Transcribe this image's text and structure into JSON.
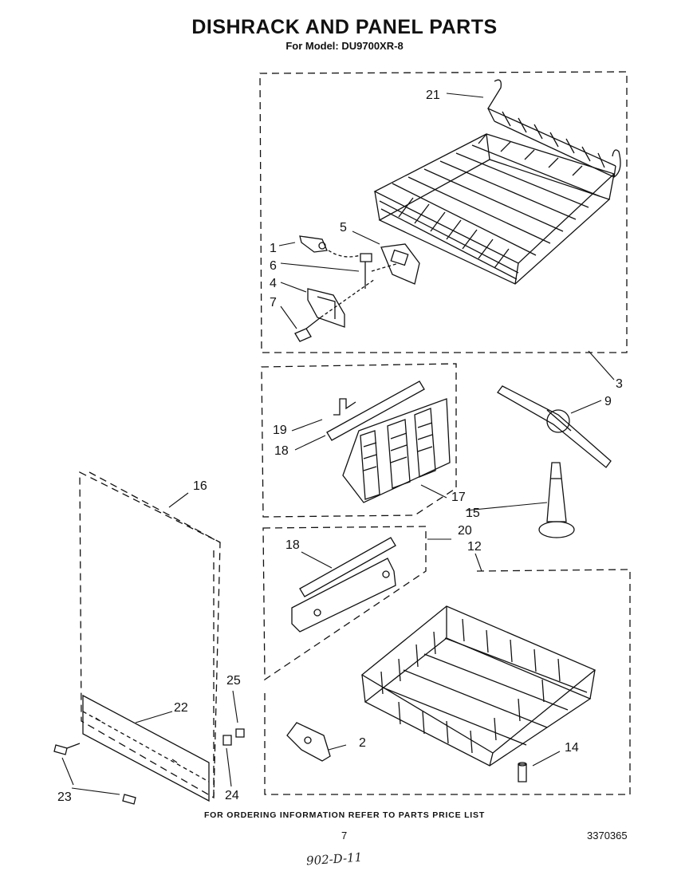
{
  "title": "DISHRACK AND PANEL PARTS",
  "subtitle": "For Model: DU9700XR-8",
  "footer": "FOR ORDERING INFORMATION REFER TO PARTS PRICE LIST",
  "page_number": "7",
  "code": "3370365",
  "handwritten_note": "902-D-11",
  "callouts": {
    "c1": "1",
    "c2": "2",
    "c3": "3",
    "c4": "4",
    "c5": "5",
    "c6": "6",
    "c7": "7",
    "c9": "9",
    "c12": "12",
    "c14": "14",
    "c15": "15",
    "c16": "16",
    "c17": "17",
    "c18a": "18",
    "c18b": "18",
    "c19": "19",
    "c20": "20",
    "c21": "21",
    "c22": "22",
    "c23": "23",
    "c24": "24",
    "c25": "25"
  }
}
